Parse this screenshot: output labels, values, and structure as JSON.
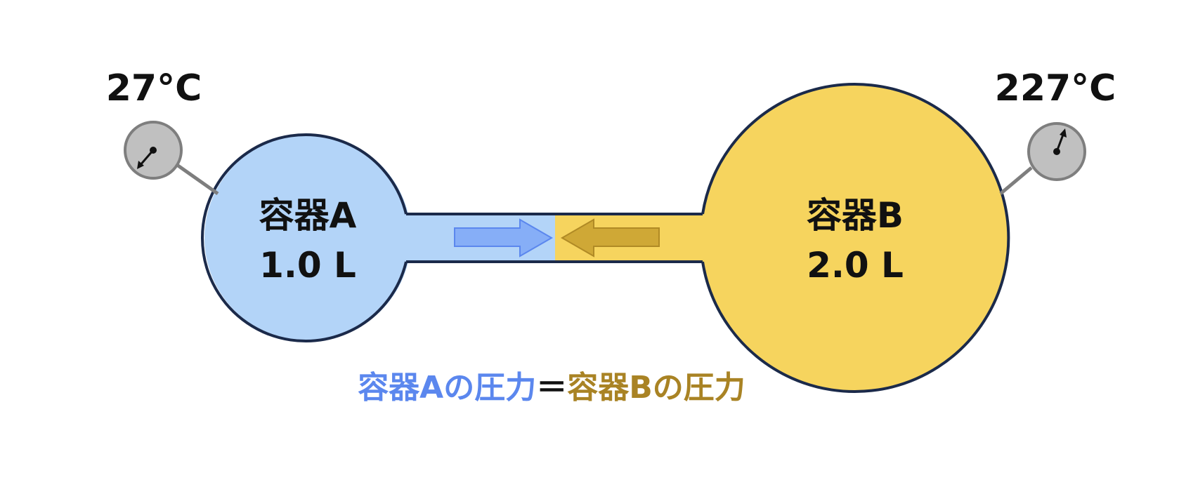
{
  "container_a": {
    "name": "容器A",
    "volume": "1.0 L",
    "temperature": "27°C"
  },
  "container_b": {
    "name": "容器B",
    "volume": "2.0 L",
    "temperature": "227°C"
  },
  "equation": {
    "left": "容器Aの圧力",
    "equals": "＝",
    "right": "容器Bの圧力"
  },
  "colors": {
    "a_fill": "#b3d4f8",
    "b_fill": "#f6d45e",
    "outline": "#1b2a4a",
    "arrow_a": "#86aef7",
    "arrow_a_stroke": "#5b87ee",
    "arrow_b": "#cfa836",
    "arrow_b_stroke": "#b08a25",
    "gauge": "#c0c0c0",
    "gauge_stroke": "#7e7e7e",
    "text": "#111111",
    "eq_a": "#5b87ee",
    "eq_b": "#a98324"
  }
}
